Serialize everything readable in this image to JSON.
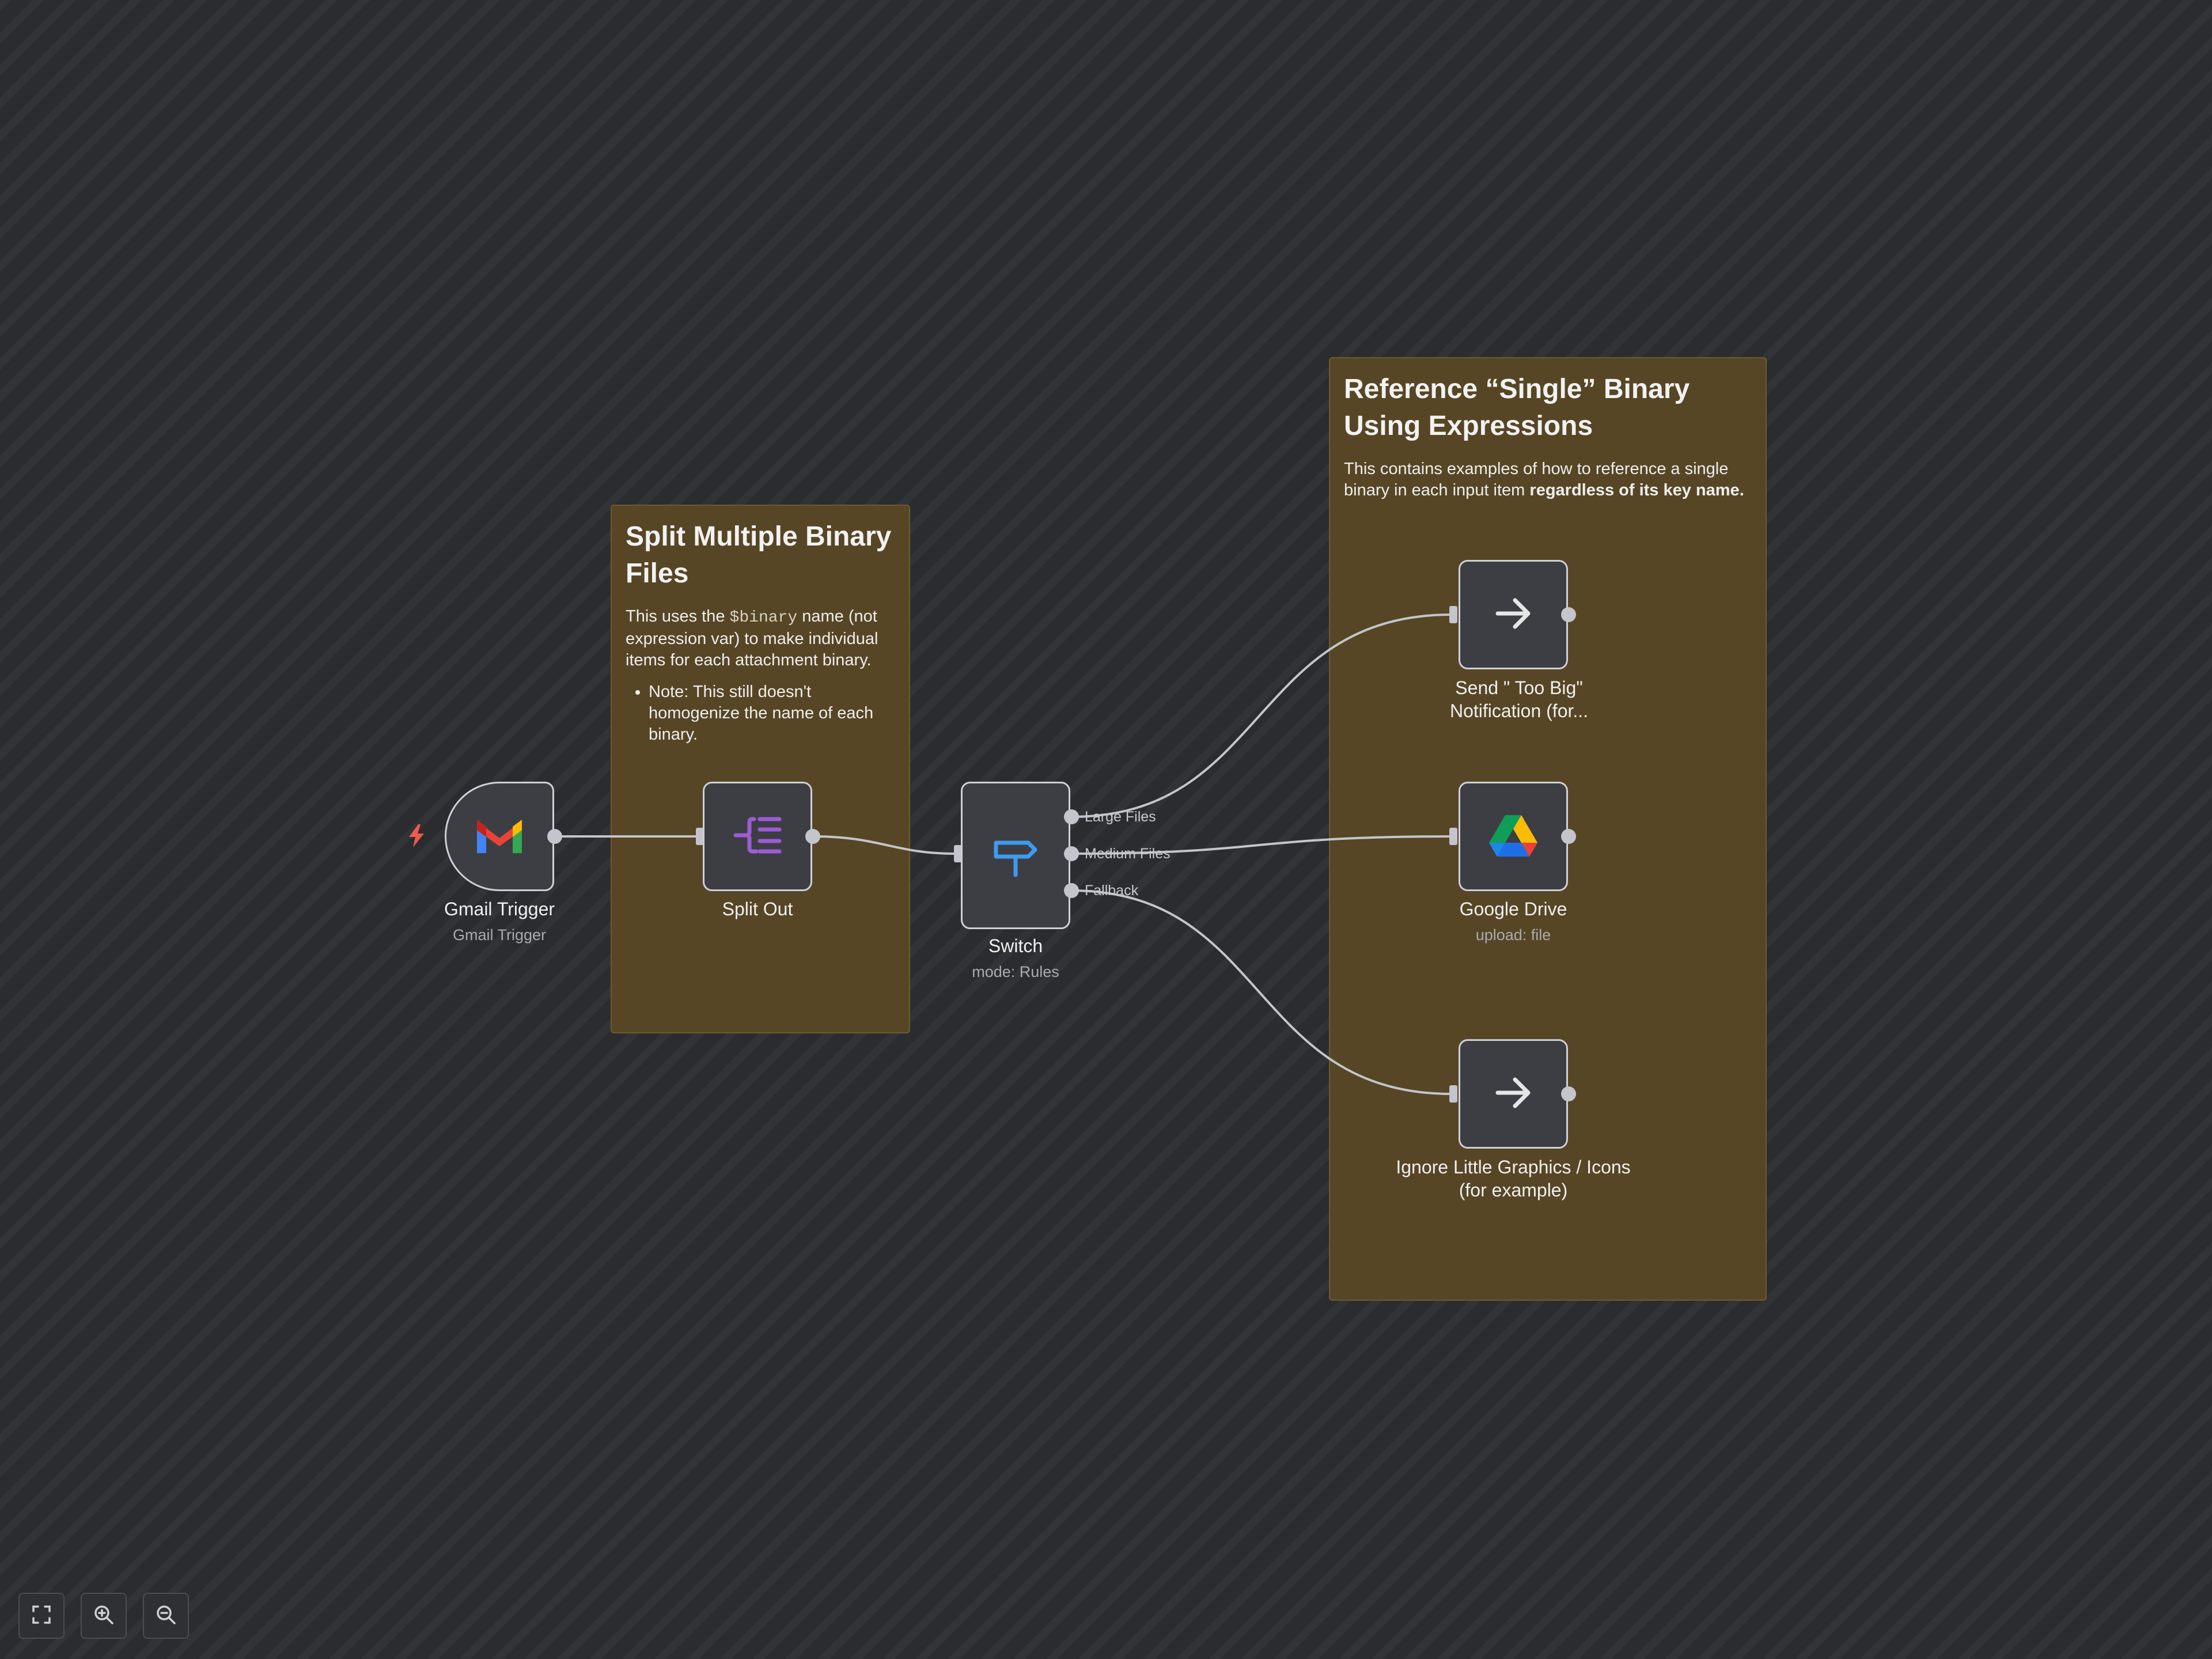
{
  "sticky_split": {
    "title": "Split Multiple Binary Files",
    "text_before": "This uses the ",
    "code": "$binary",
    "text_after": " name (not expression var) to make individual items for each attachment binary.",
    "bullet": "Note: This still doesn't homogenize the name of each binary."
  },
  "sticky_ref": {
    "title": "Reference “Single” Binary Using Expressions",
    "text": "This contains examples of how to reference a single binary in each input item ",
    "bold": "regardless of its key name."
  },
  "nodes": {
    "gmail": {
      "title": "Gmail Trigger",
      "subtitle": "Gmail Trigger",
      "icon": "gmail-icon"
    },
    "split": {
      "title": "Split Out",
      "icon": "split-out-icon"
    },
    "switch": {
      "title": "Switch",
      "subtitle": "mode: Rules",
      "icon": "signpost-icon",
      "outputs": [
        "Large Files",
        "Medium Files",
        "Fallback"
      ]
    },
    "toobig": {
      "title": "Send \" Too Big\" Notification (for...",
      "icon": "arrow-right-icon"
    },
    "gdrive": {
      "title": "Google Drive",
      "subtitle": "upload: file",
      "icon": "google-drive-icon"
    },
    "ignore": {
      "title": "Ignore Little Graphics / Icons (for example)",
      "icon": "arrow-right-icon"
    }
  },
  "colors": {
    "canvas": "#2b2c2f",
    "sticky": "#574625",
    "node": "#3d3e43",
    "node_border": "#cfd0d6",
    "edge": "#c4c5cc",
    "trigger_bolt": "#ef5a4f",
    "split_icon": "#9b5cd6",
    "switch_icon": "#3d9bf0"
  },
  "controls": [
    "fit-view-icon",
    "zoom-in-icon",
    "zoom-out-icon"
  ]
}
